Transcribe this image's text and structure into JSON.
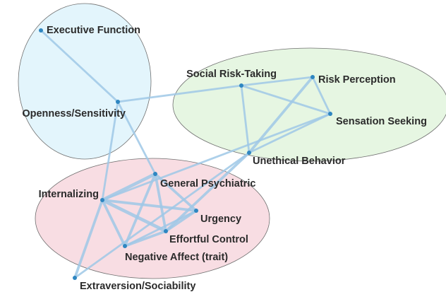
{
  "colors": {
    "edge": "#9fc8e6",
    "node": "#2e86c1",
    "label": "#2b2b2b",
    "cluster_cognitive_fill": "#e3f5fc",
    "cluster_cognitive_stroke": "#6f6f6f",
    "cluster_risk_fill": "#e6f6e2",
    "cluster_risk_stroke": "#6f6f6f",
    "cluster_affect_fill": "#f8dde3",
    "cluster_affect_stroke": "#6f6f6f"
  },
  "nodes": [
    {
      "id": "executive_function",
      "label": "Executive Function"
    },
    {
      "id": "openness_sensitivity",
      "label": "Openness/Sensitivity"
    },
    {
      "id": "social_risk_taking",
      "label": "Social Risk-Taking"
    },
    {
      "id": "risk_perception",
      "label": "Risk Perception"
    },
    {
      "id": "sensation_seeking",
      "label": "Sensation Seeking"
    },
    {
      "id": "unethical_behavior",
      "label": "Unethical Behavior"
    },
    {
      "id": "general_psychiatric",
      "label": "General Psychiatric"
    },
    {
      "id": "internalizing",
      "label": "Internalizing"
    },
    {
      "id": "urgency",
      "label": "Urgency"
    },
    {
      "id": "effortful_control",
      "label": "Effortful Control"
    },
    {
      "id": "negative_affect",
      "label": "Negative Affect (trait)"
    },
    {
      "id": "extraversion_sociability",
      "label": "Extraversion/Sociability"
    }
  ],
  "edges": [
    {
      "source": "executive_function",
      "target": "openness_sensitivity",
      "weight": 2
    },
    {
      "source": "openness_sensitivity",
      "target": "social_risk_taking",
      "weight": 2
    },
    {
      "source": "openness_sensitivity",
      "target": "internalizing",
      "weight": 2
    },
    {
      "source": "openness_sensitivity",
      "target": "general_psychiatric",
      "weight": 2
    },
    {
      "source": "social_risk_taking",
      "target": "risk_perception",
      "weight": 2
    },
    {
      "source": "social_risk_taking",
      "target": "sensation_seeking",
      "weight": 2
    },
    {
      "source": "social_risk_taking",
      "target": "unethical_behavior",
      "weight": 2
    },
    {
      "source": "risk_perception",
      "target": "sensation_seeking",
      "weight": 2
    },
    {
      "source": "risk_perception",
      "target": "unethical_behavior",
      "weight": 3
    },
    {
      "source": "sensation_seeking",
      "target": "unethical_behavior",
      "weight": 2
    },
    {
      "source": "sensation_seeking",
      "target": "internalizing",
      "weight": 2
    },
    {
      "source": "unethical_behavior",
      "target": "effortful_control",
      "weight": 3
    },
    {
      "source": "unethical_behavior",
      "target": "extraversion_sociability",
      "weight": 2
    },
    {
      "source": "general_psychiatric",
      "target": "internalizing",
      "weight": 4
    },
    {
      "source": "general_psychiatric",
      "target": "urgency",
      "weight": 3
    },
    {
      "source": "general_psychiatric",
      "target": "effortful_control",
      "weight": 3
    },
    {
      "source": "general_psychiatric",
      "target": "negative_affect",
      "weight": 3
    },
    {
      "source": "internalizing",
      "target": "urgency",
      "weight": 3
    },
    {
      "source": "internalizing",
      "target": "effortful_control",
      "weight": 4
    },
    {
      "source": "internalizing",
      "target": "negative_affect",
      "weight": 3
    },
    {
      "source": "internalizing",
      "target": "extraversion_sociability",
      "weight": 3
    },
    {
      "source": "urgency",
      "target": "effortful_control",
      "weight": 3
    },
    {
      "source": "urgency",
      "target": "negative_affect",
      "weight": 2
    },
    {
      "source": "effortful_control",
      "target": "negative_affect",
      "weight": 3
    }
  ]
}
